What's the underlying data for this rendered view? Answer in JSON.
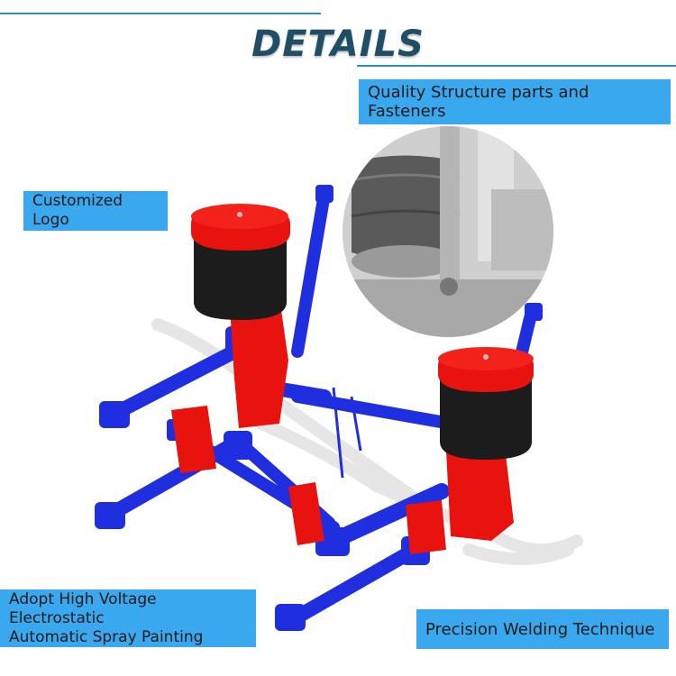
{
  "header": {
    "title": "DETAILS"
  },
  "callouts": {
    "quality": "Quality Structure parts and Fasteners",
    "logo": "Customized Logo",
    "spray_line1": "Adopt High Voltage Electrostatic",
    "spray_line2": "Automatic Spray Painting",
    "welding": "Precision Welding Technique"
  },
  "colors": {
    "accent_line": "#2a8fc0",
    "title_text": "#1f4f66",
    "label_bg": "#3aa8ee",
    "frame_blue": "#1f2fe0",
    "bracket_red": "#e8120f",
    "air_bag": "#1c1c1c"
  }
}
